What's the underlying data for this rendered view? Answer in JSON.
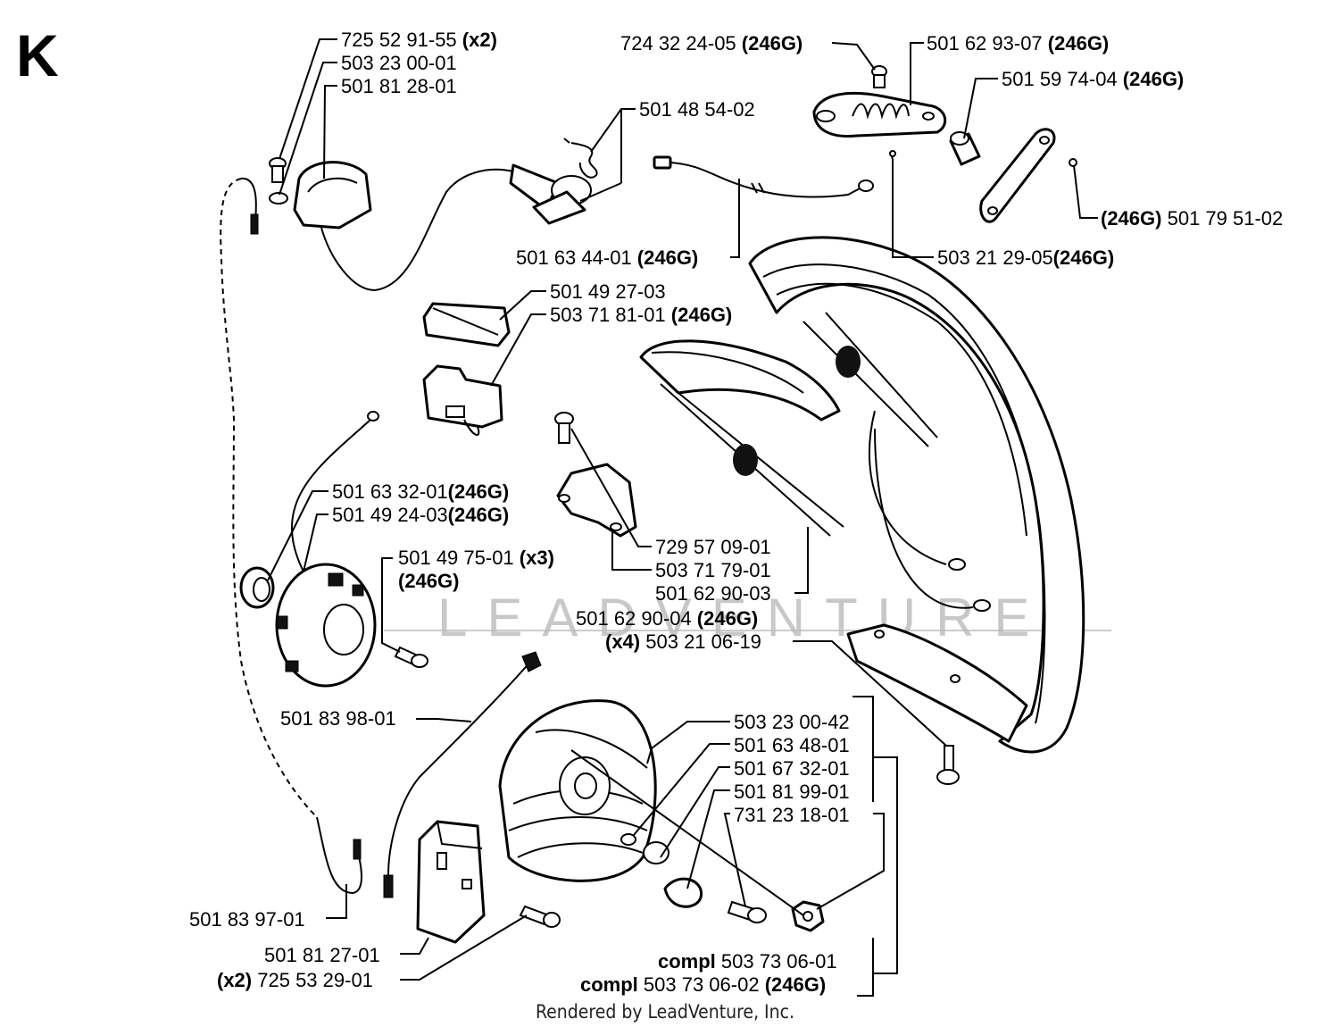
{
  "page": {
    "section_letter": "K",
    "footer": "Rendered by LeadVenture, Inc.",
    "watermark": "LEADVENTURE"
  },
  "labels": [
    {
      "id": "l1",
      "pre": "",
      "main": "725 52 91-55 ",
      "bold": "(x2)"
    },
    {
      "id": "l2",
      "pre": "",
      "main": "503 23 00-01",
      "bold": ""
    },
    {
      "id": "l3",
      "pre": "",
      "main": "501 81 28-01",
      "bold": ""
    },
    {
      "id": "l4",
      "pre": "",
      "main": "501 48 54-02",
      "bold": ""
    },
    {
      "id": "l5",
      "pre": "",
      "main": "724 32 24-05 ",
      "bold": "(246G)"
    },
    {
      "id": "l6",
      "pre": "",
      "main": "501 62 93-07 ",
      "bold": "(246G)"
    },
    {
      "id": "l7",
      "pre": "",
      "main": "501 59 74-04 ",
      "bold": "(246G)"
    },
    {
      "id": "l8",
      "pre": "(246G) ",
      "main": "501 79 51-02",
      "bold": ""
    },
    {
      "id": "l9",
      "pre": "",
      "main": "501 63 44-01 ",
      "bold": "(246G)"
    },
    {
      "id": "l10",
      "pre": "",
      "main": "503 21 29-05",
      "bold": "(246G)"
    },
    {
      "id": "l11",
      "pre": "",
      "main": "501 49 27-03",
      "bold": ""
    },
    {
      "id": "l12",
      "pre": "",
      "main": "503 71 81-01 ",
      "bold": "(246G)"
    },
    {
      "id": "l13",
      "pre": "",
      "main": "501 63 32-01",
      "bold": "(246G)"
    },
    {
      "id": "l14",
      "pre": "",
      "main": "501 49 24-03",
      "bold": "(246G)"
    },
    {
      "id": "l15",
      "pre": "",
      "main": "501 49 75-01 ",
      "bold": "(x3)"
    },
    {
      "id": "l16",
      "pre": "",
      "main": "",
      "bold": "(246G)"
    },
    {
      "id": "l17",
      "pre": "",
      "main": "729 57 09-01",
      "bold": ""
    },
    {
      "id": "l18",
      "pre": "",
      "main": "503 71 79-01",
      "bold": ""
    },
    {
      "id": "l19",
      "pre": "",
      "main": "501 62 90-03",
      "bold": ""
    },
    {
      "id": "l20",
      "pre": "",
      "main": "501 62 90-04 ",
      "bold": "(246G)"
    },
    {
      "id": "l21",
      "pre": "(x4) ",
      "main": "503 21 06-19",
      "bold": ""
    },
    {
      "id": "l22",
      "pre": "",
      "main": "501 83 98-01",
      "bold": ""
    },
    {
      "id": "l23",
      "pre": "",
      "main": "503 23 00-42",
      "bold": ""
    },
    {
      "id": "l24",
      "pre": "",
      "main": "501 63 48-01",
      "bold": ""
    },
    {
      "id": "l25",
      "pre": "",
      "main": "501 67 32-01",
      "bold": ""
    },
    {
      "id": "l26",
      "pre": "",
      "main": "501 81 99-01",
      "bold": ""
    },
    {
      "id": "l27",
      "pre": "",
      "main": "731 23 18-01",
      "bold": ""
    },
    {
      "id": "l28",
      "pre": "",
      "main": "501 83 97-01",
      "bold": ""
    },
    {
      "id": "l29",
      "pre": "",
      "main": "501 81 27-01",
      "bold": ""
    },
    {
      "id": "l30",
      "pre": "(x2) ",
      "main": "725 53 29-01",
      "bold": ""
    },
    {
      "id": "l31",
      "pre": "compl ",
      "main": "503 73 06-01",
      "bold": ""
    },
    {
      "id": "l32",
      "pre": "compl ",
      "main": "503 73 06-02 ",
      "bold": "(246G)"
    }
  ]
}
